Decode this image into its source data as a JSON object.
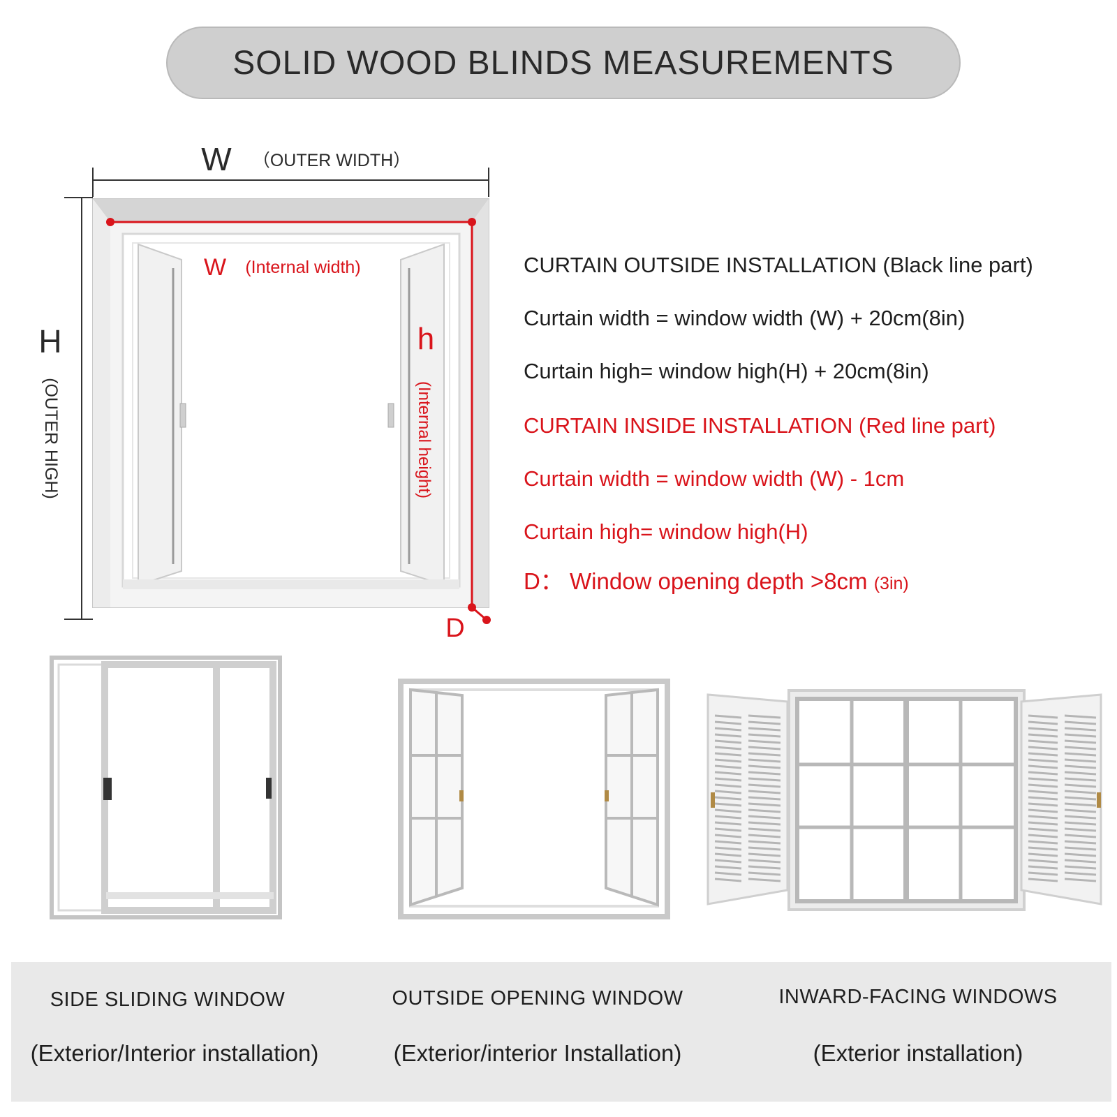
{
  "title": "SOLID WOOD BLINDS MEASUREMENTS",
  "diagram": {
    "outer_width_letter": "W",
    "outer_width_label": "（OUTER WIDTH）",
    "outer_height_letter": "H",
    "outer_height_label": "(OUTER HIGH)",
    "internal_width_letter": "W",
    "internal_width_label": "(Internal width)",
    "internal_height_letter": "h",
    "internal_height_label": "(Internal height)",
    "depth_letter": "D"
  },
  "instructions": {
    "outside_heading": "CURTAIN OUTSIDE INSTALLATION (Black line part)",
    "outside_width": "Curtain width = window width (W) + 20cm(8in)",
    "outside_height": "Curtain high= window high(H) + 20cm(8in)",
    "inside_heading": "CURTAIN INSIDE INSTALLATION (Red line part)",
    "inside_width": "Curtain width = window width (W) - 1cm",
    "inside_height": "Curtain high= window high(H)",
    "depth_prefix": "D：",
    "depth_text": "Window opening depth >8cm",
    "depth_unit": "(3in)"
  },
  "window_types": [
    {
      "name": "SIDE SLIDING WINDOW",
      "installation": "(Exterior/Interior installation)"
    },
    {
      "name": "OUTSIDE OPENING WINDOW",
      "installation": "(Exterior/interior Installation)"
    },
    {
      "name": "INWARD-FACING WINDOWS",
      "installation": "(Exterior installation)"
    }
  ],
  "colors": {
    "red": "#d9141b",
    "black": "#1e1e1e",
    "pill": "#cfcfcf",
    "frame": "#e4e4e4"
  }
}
